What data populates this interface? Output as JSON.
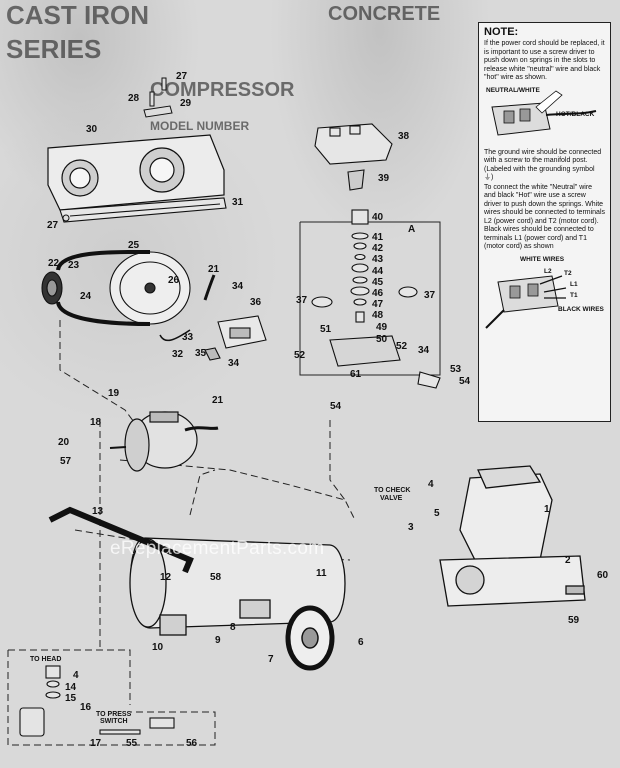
{
  "background_text": {
    "heading_left": "CAST IRON",
    "heading_left2": "SERIES",
    "heading_mid": "COMPRESSOR",
    "heading_right": "CONCRETE",
    "subheading": "MODEL NUMBER"
  },
  "note": {
    "title": "NOTE:",
    "p1": "If the power cord should be replaced, it is important to use a screw driver to push down on springs in the slots to release white \"neutral\" wire and black \"hot\" wire as shown.",
    "fig1_label_left": "NEUTRAL/WHITE",
    "fig1_label_right": "HOT/BLACK",
    "p2": "The ground wire should be connected with a screw to the manifold post. (Labeled with the grounding symbol ⏚)",
    "p3": "To connect the white \"Neutral\" wire and black \"Hot\" wire use a screw driver to push down the springs. White wires should be connected to terminals L2 (power cord) and T2 (motor cord). Black wires should be connected to terminals L1 (power cord) and T1 (motor cord) as shown",
    "fig2_label_top": "WHITE WIRES",
    "fig2_label_bottom": "BLACK WIRES",
    "terminal_l2": "L2",
    "terminal_t2": "T2",
    "terminal_l1": "L1",
    "terminal_t1": "T1"
  },
  "diagram_labels": {
    "to_check_valve_1": "TO CHECK",
    "to_check_valve_2": "VALVE",
    "to_head": "TO HEAD",
    "to_press_switch_1": "TO PRESS",
    "to_press_switch_2": "SWITCH",
    "detail_a": "A"
  },
  "callouts": {
    "c1": "1",
    "c2": "2",
    "c3": "3",
    "c4": "4",
    "c4b": "4",
    "c5": "5",
    "c6": "6",
    "c7": "7",
    "c8": "8",
    "c9": "9",
    "c10": "10",
    "c11": "11",
    "c12": "12",
    "c13": "13",
    "c14": "14",
    "c15": "15",
    "c16": "16",
    "c17": "17",
    "c18": "18",
    "c19": "19",
    "c20": "20",
    "c21": "21",
    "c21b": "21",
    "c22": "22",
    "c23": "23",
    "c24": "24",
    "c25": "25",
    "c26": "26",
    "c27": "27",
    "c27b": "27",
    "c28": "28",
    "c29": "29",
    "c30": "30",
    "c31": "31",
    "c32": "32",
    "c33": "33",
    "c34": "34",
    "c34b": "34",
    "c34c": "34",
    "c35": "35",
    "c36": "36",
    "c37": "37",
    "c37b": "37",
    "c38": "38",
    "c39": "39",
    "c40": "40",
    "c41": "41",
    "c42": "42",
    "c43": "43",
    "c44": "44",
    "c45": "45",
    "c46": "46",
    "c47": "47",
    "c48": "48",
    "c49": "49",
    "c50": "50",
    "c51": "51",
    "c52": "52",
    "c52b": "52",
    "c53": "53",
    "c54": "54",
    "c54b": "54",
    "c55": "55",
    "c56": "56",
    "c57": "57",
    "c58": "58",
    "c59": "59",
    "c60": "60",
    "c61": "61"
  },
  "watermark": "eReplacementParts.com",
  "colors": {
    "ink": "#111111",
    "paper": "#d9d9d9",
    "note_bg": "#f4f4f4"
  }
}
